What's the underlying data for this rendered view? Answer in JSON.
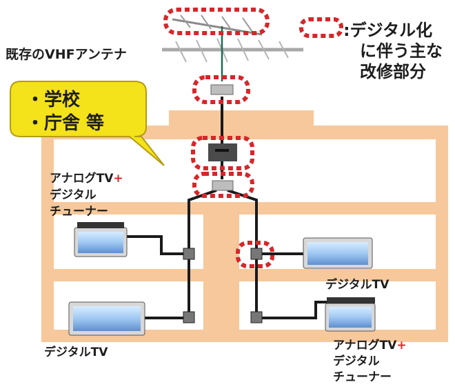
{
  "legend": {
    "line1": ":デジタル化",
    "line2": "に伴う主な",
    "line3": "改修部分"
  },
  "antenna_label": "既存のVHFアンテナ",
  "bubble": {
    "line1": "・学校",
    "line2": "・庁舎 等"
  },
  "tv_labels": {
    "upper_left": {
      "line1": "アナログTV",
      "plus": "+",
      "line2": "デジタル",
      "line3": "チューナー"
    },
    "middle_right": "デジタルTV",
    "bottom_left": "デジタルTV",
    "bottom_right": {
      "line1": "アナログTV",
      "plus": "+",
      "line2": "デジタル",
      "line3": "チューナー"
    }
  },
  "colors": {
    "building": "#f6c89b",
    "highlight_dash": "#d6262a",
    "bubble_fill": "#f4e21a",
    "cable": "#1a1a1a"
  }
}
